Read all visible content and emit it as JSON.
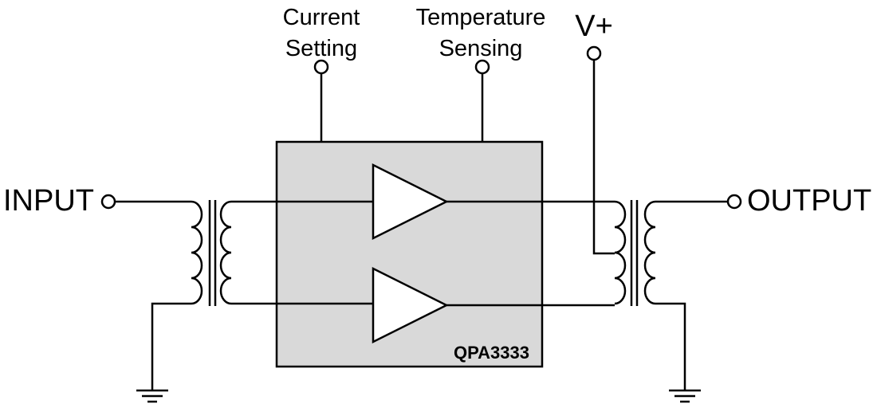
{
  "labels": {
    "current_setting_line1": "Current",
    "current_setting_line2": "Setting",
    "temperature_sensing_line1": "Temperature",
    "temperature_sensing_line2": "Sensing",
    "supply": "V+",
    "input": "INPUT",
    "output": "OUTPUT",
    "chip": "QPA3333"
  },
  "colors": {
    "chip_fill": "#d9d9d9",
    "line": "#000000",
    "background": "#ffffff"
  },
  "icons": {
    "amplifier": "triangle-amplifier-icon",
    "ground": "ground-icon",
    "terminal": "open-circle-terminal-icon",
    "transformer": "transformer-icon"
  }
}
